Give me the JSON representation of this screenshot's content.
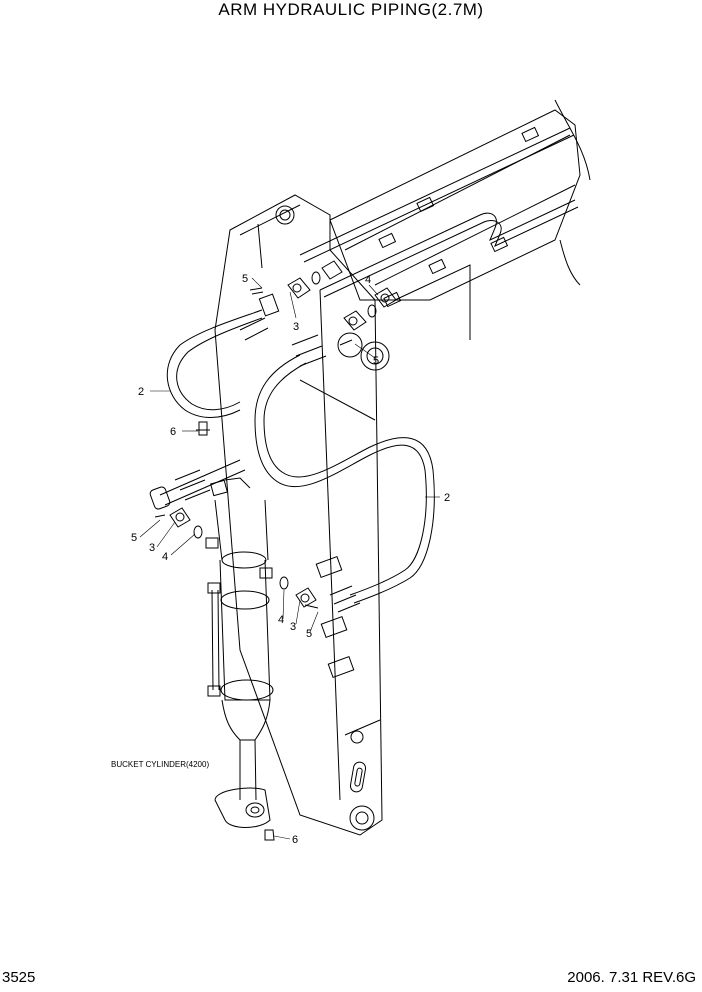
{
  "page": {
    "title": "ARM HYDRAULIC PIPING(2.7M)",
    "page_number": "3525",
    "date_revision": "2006. 7.31  REV.6G"
  },
  "callouts": [
    {
      "id": "c5a",
      "label": "5"
    },
    {
      "id": "c4a",
      "label": "4"
    },
    {
      "id": "c3a",
      "label": "3"
    },
    {
      "id": "c5b",
      "label": "5"
    },
    {
      "id": "c2a",
      "label": "2"
    },
    {
      "id": "c6a",
      "label": "6"
    },
    {
      "id": "c5c",
      "label": "5"
    },
    {
      "id": "c3b",
      "label": "3"
    },
    {
      "id": "c4b",
      "label": "4"
    },
    {
      "id": "c2b",
      "label": "2"
    },
    {
      "id": "c4c",
      "label": "4"
    },
    {
      "id": "c3c",
      "label": "3"
    },
    {
      "id": "c5d",
      "label": "5"
    },
    {
      "id": "c6b",
      "label": "6"
    }
  ],
  "part_captions": {
    "bucket_cylinder": "BUCKET CYLINDER(4200)"
  }
}
